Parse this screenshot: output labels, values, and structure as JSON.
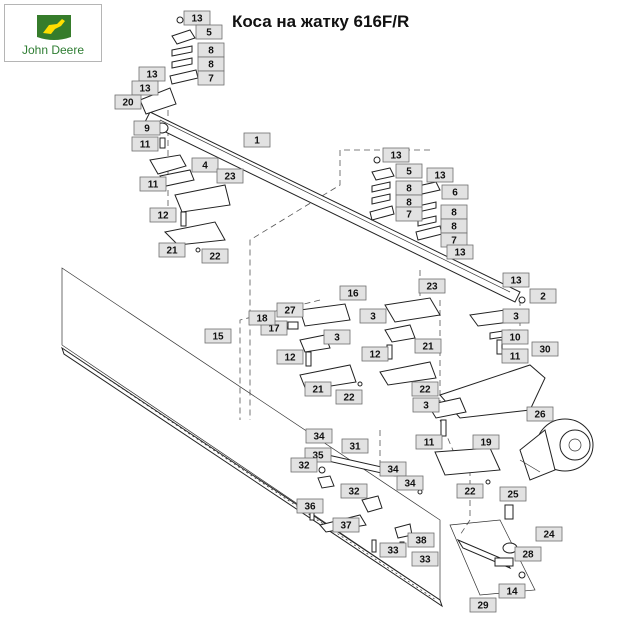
{
  "header": {
    "title": "Коса на жатку 616F/R"
  },
  "logo": {
    "text": "John Deere",
    "color": "#367c2b",
    "accent": "#ffde00"
  },
  "callouts": [
    {
      "label": "13"
    },
    {
      "label": "5"
    },
    {
      "label": "8"
    },
    {
      "label": "8"
    },
    {
      "label": "7"
    },
    {
      "label": "13"
    },
    {
      "label": "13"
    },
    {
      "label": "20"
    },
    {
      "label": "9"
    },
    {
      "label": "11"
    },
    {
      "label": "1"
    },
    {
      "label": "4"
    },
    {
      "label": "11"
    },
    {
      "label": "23"
    },
    {
      "label": "12"
    },
    {
      "label": "21"
    },
    {
      "label": "22"
    },
    {
      "label": "13"
    },
    {
      "label": "5"
    },
    {
      "label": "13"
    },
    {
      "label": "8"
    },
    {
      "label": "6"
    },
    {
      "label": "8"
    },
    {
      "label": "8"
    },
    {
      "label": "7"
    },
    {
      "label": "8"
    },
    {
      "label": "7"
    },
    {
      "label": "13"
    },
    {
      "label": "13"
    },
    {
      "label": "2"
    },
    {
      "label": "23"
    },
    {
      "label": "16"
    },
    {
      "label": "27"
    },
    {
      "label": "17"
    },
    {
      "label": "18"
    },
    {
      "label": "3"
    },
    {
      "label": "3"
    },
    {
      "label": "3"
    },
    {
      "label": "10"
    },
    {
      "label": "11"
    },
    {
      "label": "15"
    },
    {
      "label": "12"
    },
    {
      "label": "21"
    },
    {
      "label": "12"
    },
    {
      "label": "30"
    },
    {
      "label": "21"
    },
    {
      "label": "22"
    },
    {
      "label": "22"
    },
    {
      "label": "3"
    },
    {
      "label": "26"
    },
    {
      "label": "11"
    },
    {
      "label": "34"
    },
    {
      "label": "31"
    },
    {
      "label": "19"
    },
    {
      "label": "35"
    },
    {
      "label": "32"
    },
    {
      "label": "34"
    },
    {
      "label": "34"
    },
    {
      "label": "22"
    },
    {
      "label": "32"
    },
    {
      "label": "25"
    },
    {
      "label": "36"
    },
    {
      "label": "37"
    },
    {
      "label": "24"
    },
    {
      "label": "38"
    },
    {
      "label": "33"
    },
    {
      "label": "33"
    },
    {
      "label": "28"
    },
    {
      "label": "14"
    },
    {
      "label": "29"
    }
  ]
}
